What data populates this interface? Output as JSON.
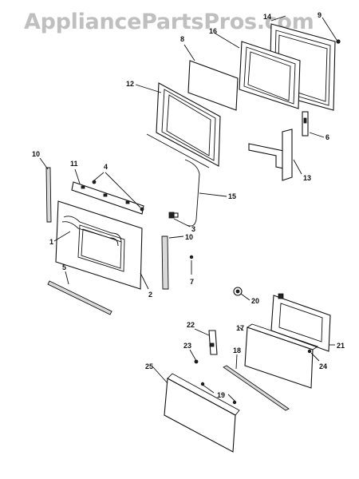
{
  "watermark": "AppliancePartsPros.com",
  "labels": {
    "p1": "1",
    "p2": "2",
    "p3": "3",
    "p4": "4",
    "p5": "5",
    "p6": "6",
    "p7": "7",
    "p8": "8",
    "p9": "9",
    "p10a": "10",
    "p10b": "10",
    "p11": "11",
    "p12": "12",
    "p13": "13",
    "p14": "14",
    "p15": "15",
    "p16": "16",
    "p17": "17",
    "p18": "18",
    "p19": "19",
    "p20": "20",
    "p21": "21",
    "p22": "22",
    "p23": "23",
    "p24": "24",
    "p25": "25"
  }
}
